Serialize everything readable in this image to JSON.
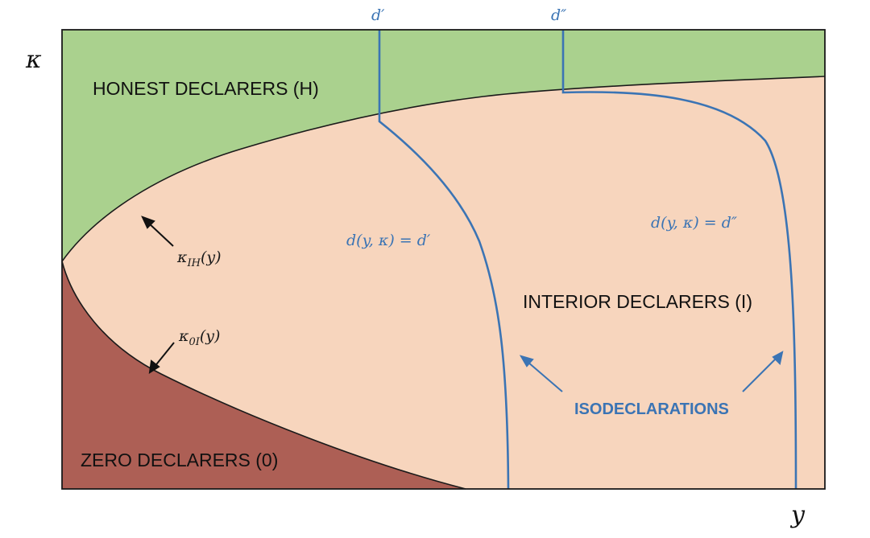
{
  "axes": {
    "y_label": "κ",
    "x_label": "y"
  },
  "regions": {
    "honest": "HONEST DECLARERS (H)",
    "interior": "INTERIOR DECLARERS (I)",
    "zero": "ZERO DECLARERS (0)"
  },
  "boundaries": {
    "kappa_ih": {
      "symbol": "κ",
      "subscript": "IH",
      "argument": "(y)"
    },
    "kappa_0i": {
      "symbol": "κ",
      "subscript": "0I",
      "argument": "(y)"
    }
  },
  "isodeclarations": {
    "caption": "ISODECLARATIONS",
    "d_prime_label": "d′",
    "d_double_prime_label": "d″",
    "d_prime_equation": "d(y, κ) = d′",
    "d_double_prime_equation": "d(y, κ) = d″"
  },
  "colors": {
    "honest_fill": "#aad18e",
    "interior_fill": "#f7d5bd",
    "zero_fill": "#ad5f55",
    "isodeclaration_line": "#3b74b4",
    "frame": "#1a1a1a"
  }
}
